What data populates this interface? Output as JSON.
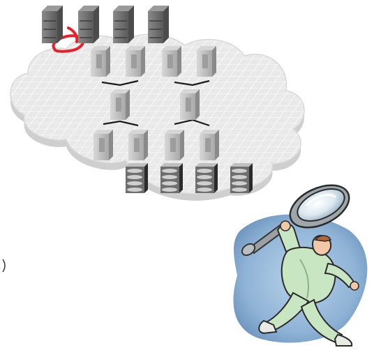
{
  "scene": {
    "network_cloud": {
      "top_servers": 4,
      "highlighted_server_index": 0,
      "mid_servers_row1": 4,
      "mid_servers_row2": 2,
      "mid_servers_row3": 4,
      "storage_units": 4
    },
    "figure": {
      "icon": "magnifying-glass-icon",
      "description_icon": "inspector-person-icon"
    },
    "colors": {
      "cloud_fill": "#e8e8e8",
      "cloud_grid": "#ffffff",
      "server_light": "#bdbdbd",
      "server_dark": "#6b6b6b",
      "highlight": "#e8202a",
      "suit": "#c9e6c3",
      "suit_shadow": "#8bb486",
      "shadow_blue": "#7ea6c8"
    }
  }
}
